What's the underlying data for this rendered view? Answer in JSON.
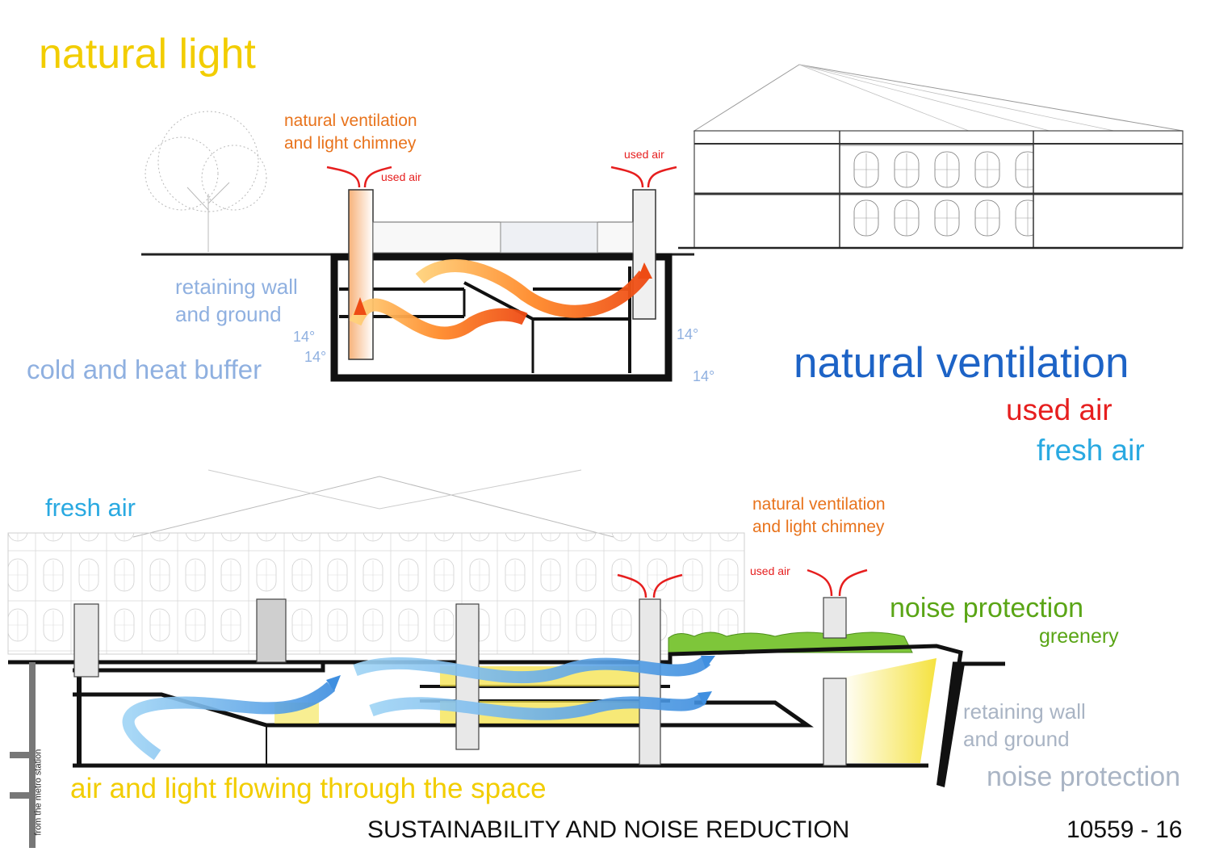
{
  "top": {
    "title": "natural light",
    "chimney_label_line1": "natural ventilation",
    "chimney_label_line2": "and light chimney",
    "used_air_left": "used air",
    "used_air_right": "used air",
    "retaining_line1": "retaining wall",
    "retaining_line2": "and ground",
    "buffer": "cold and heat buffer",
    "temp_1": "14°",
    "temp_2": "14°",
    "temp_3": "14°",
    "temp_4": "14°"
  },
  "legend": {
    "title": "natural ventilation",
    "used_air": "used air",
    "fresh_air": "fresh air"
  },
  "bottom": {
    "fresh_air": "fresh air",
    "chimney_label_line1": "natural ventilation",
    "chimney_label_line2": "and light chimney",
    "used_air": "used air",
    "noise_protection": "noise protection",
    "greenery": "greenery",
    "retaining_line1": "retaining wall",
    "retaining_line2": "and ground",
    "noise_protection_2": "noise protection",
    "flow": "air and light flowing through the space",
    "metro": "from the metro station"
  },
  "footer": {
    "caption": "SUSTAINABILITY AND NOISE REDUCTION",
    "sheet": "10559 - 16"
  },
  "colors": {
    "yellow": "#f2cd00",
    "orange": "#e8731c",
    "red": "#e61e1e",
    "light_blue": "#8fb0e0",
    "dark_blue": "#1d63c6",
    "sky_blue": "#29a9e1",
    "green": "#5aa516",
    "grey_text": "#a9b4c4"
  }
}
